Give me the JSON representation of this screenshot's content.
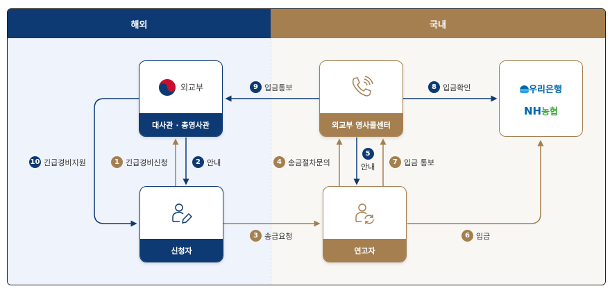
{
  "headers": {
    "overseas": "해외",
    "domestic": "국내"
  },
  "nodes": {
    "embassy_logo": "외교부",
    "embassy": "대사관 · 총영사관",
    "callcenter": "외교부 영사콜센터",
    "banks": [
      "우리은행",
      "NH",
      "농협"
    ],
    "applicant": "신청자",
    "relative": "연고자"
  },
  "steps": [
    {
      "num": "1",
      "label": "긴급경비신청"
    },
    {
      "num": "2",
      "label": "안내"
    },
    {
      "num": "3",
      "label": "송금요청"
    },
    {
      "num": "4",
      "label": "송금절차문의"
    },
    {
      "num": "5",
      "label": "안내"
    },
    {
      "num": "6",
      "label": "입금"
    },
    {
      "num": "7",
      "label": "입금 통보"
    },
    {
      "num": "8",
      "label": "입금확인"
    },
    {
      "num": "9",
      "label": "입금통보"
    },
    {
      "num": "10",
      "label": "긴급경비지원"
    }
  ],
  "colors": {
    "navy": "#0d3a73",
    "gold": "#a57f4f"
  }
}
